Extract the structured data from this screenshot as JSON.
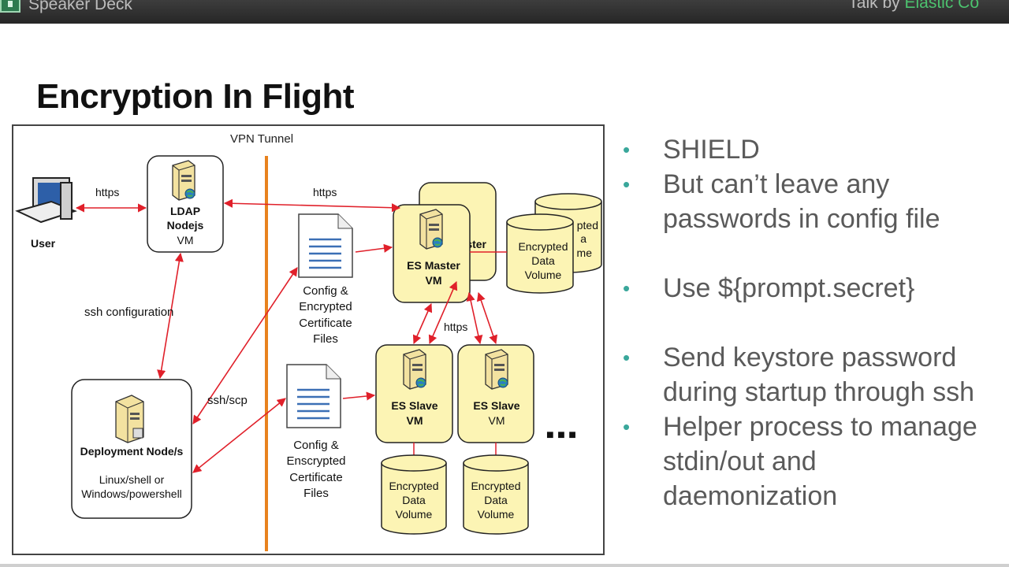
{
  "topbar": {
    "app_name": "Speaker Deck",
    "talk_by": "Talk by ",
    "author": "Elastic Co"
  },
  "slide": {
    "title": "Encryption In Flight",
    "bullets": [
      "SHIELD",
      "But can’t leave any\npasswords in config file",
      "Use ${prompt.secret}",
      "Send keystore password\nduring startup through ssh",
      "Helper process to manage\nstdin/out and\ndaemonization"
    ]
  },
  "diagram": {
    "vpn_label": "VPN Tunnel",
    "user_label": "User",
    "ldap_line1": "LDAP",
    "ldap_line2": "Nodejs",
    "ldap_line3": "VM",
    "https_user": "https",
    "https_master": "https",
    "https_slaves": "https",
    "ssh_config": "ssh configuration",
    "ssh_scp": "ssh/scp",
    "config_top": [
      "Config &",
      "Encrypted",
      "Certificate",
      "Files"
    ],
    "config_bottom": [
      "Config &",
      "Enscrypted",
      "Certificate",
      "Files"
    ],
    "deploy_title": "Deployment Node/s",
    "deploy_line1": "Linux/shell or",
    "deploy_line2": "Windows/powershell",
    "master_back": "ster",
    "master_line1": "ES Master",
    "master_line2": "VM",
    "slave1_line1": "ES Slave",
    "slave1_line2": "VM",
    "slave2_line1": "ES Slave",
    "slave2_line2": "VM",
    "vol_front": [
      "Encrypted",
      "Data",
      "Volume"
    ],
    "vol_back": [
      "pted",
      "a",
      "me"
    ],
    "vol_s1": [
      "Encrypted",
      "Data",
      "Volume"
    ],
    "vol_s2": [
      "Encrypted",
      "Data",
      "Volume"
    ],
    "ellipsis": "■ ■ ■"
  },
  "colors": {
    "accent": "#3aa79b",
    "author": "#4cc26e",
    "vpn": "#e8821e",
    "arrow": "#e0202a",
    "node_fill": "#fcf4b4"
  }
}
